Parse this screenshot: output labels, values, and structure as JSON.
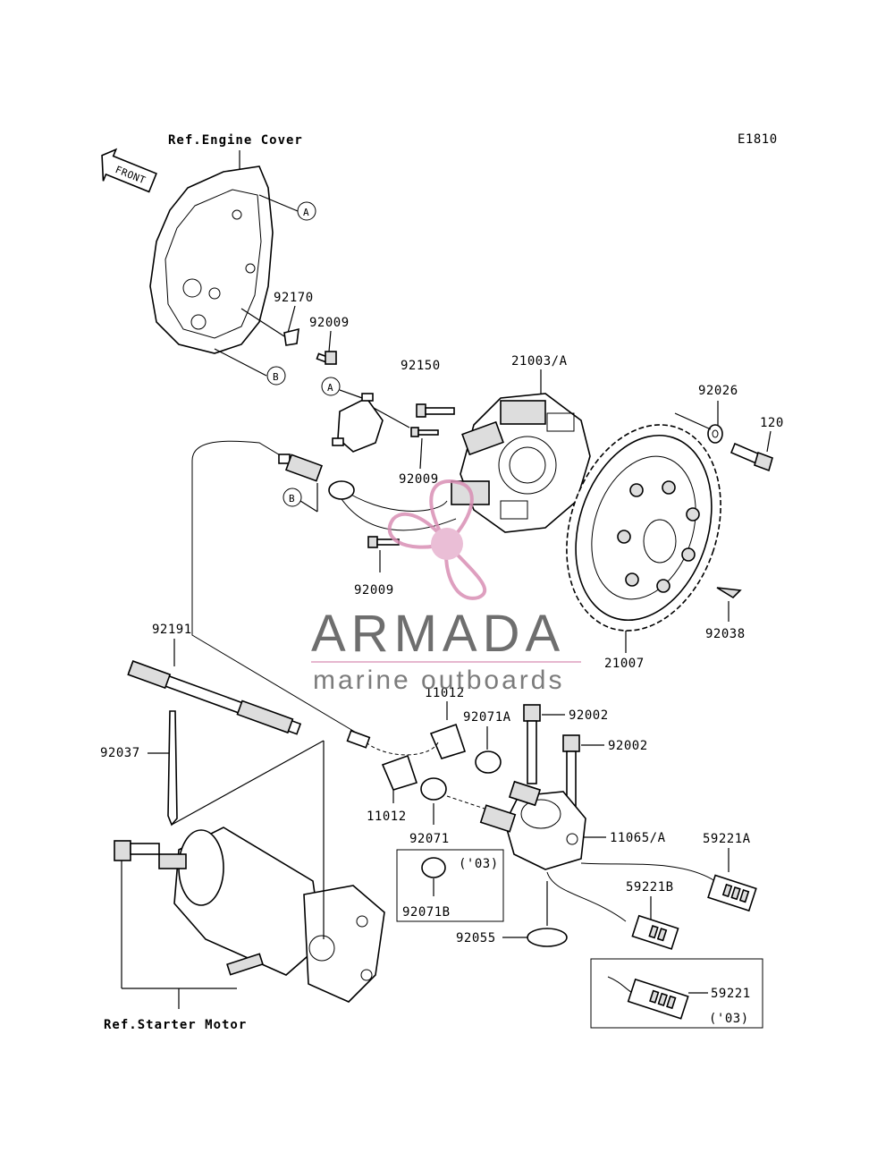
{
  "diagram": {
    "code": "E1810",
    "front_label": "FRONT",
    "refs": {
      "engine_cover": "Ref.Engine Cover",
      "starter_motor": "Ref.Starter Motor"
    },
    "callouts": {
      "a": "A",
      "b": "B"
    },
    "parts": {
      "p92170": "92170",
      "p92009_top": "92009",
      "p92150": "92150",
      "p21003A": "21003/A",
      "p92026": "92026",
      "p120": "120",
      "p92009_mid": "92009",
      "p92009_bottom": "92009",
      "p21007": "21007",
      "p92038": "92038",
      "p92191": "92191",
      "p11012_top": "11012",
      "p92071A": "92071A",
      "p92002_top": "92002",
      "p92002_mid": "92002",
      "p92037": "92037",
      "p11012_bottom": "11012",
      "p92071": "92071",
      "p11065A": "11065/A",
      "p59221A": "59221A",
      "p92071B": "92071B",
      "p59221B": "59221B",
      "p92055": "92055",
      "p59221": "59221"
    },
    "year_notes": {
      "box1": "('03)",
      "box2": "('03)"
    }
  },
  "watermark": {
    "title": "ARMADA",
    "subtitle": "marine outboards",
    "accent": "#d98fb4"
  }
}
